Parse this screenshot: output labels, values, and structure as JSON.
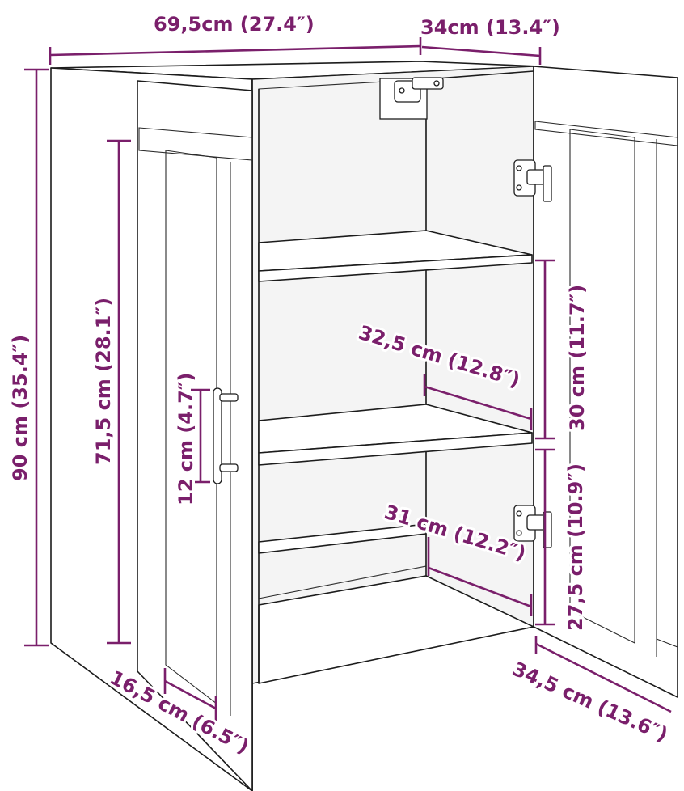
{
  "diagram": {
    "dimensions": {
      "width": "69,5cm (27.4″)",
      "depth_top": "34cm (13.4″)",
      "height_total": "90 cm (35.4″)",
      "height_door": "71,5 cm (28.1″)",
      "handle_length": "12 cm (4.7″)",
      "shelf_depth_upper": "32,5 cm (12.8″)",
      "shelf_gap_upper": "30 cm (11.7″)",
      "shelf_depth_lower": "31 cm (12.2″)",
      "shelf_gap_lower": "27,5 cm (10.9″)",
      "plinth_height": "16,5 cm (6.5″)",
      "door_width": "34,5 cm (13.6″)"
    },
    "colors": {
      "dimension": "#7a1f6b",
      "outline": "#1c1c1c"
    }
  }
}
